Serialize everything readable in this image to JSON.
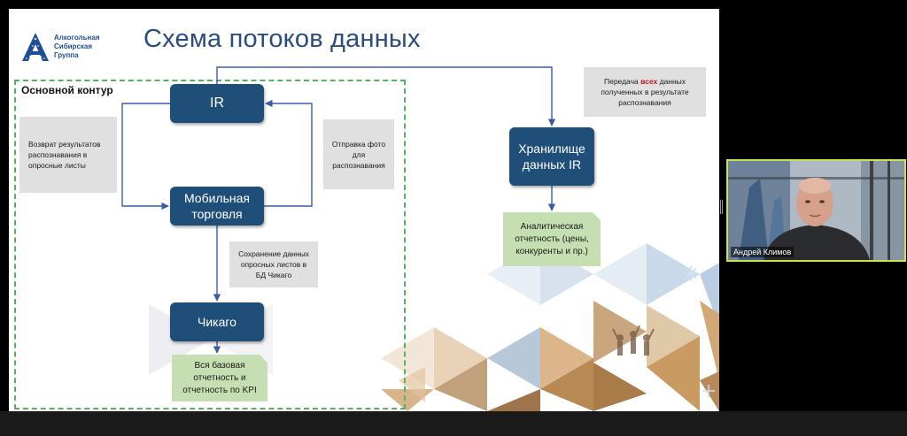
{
  "slide": {
    "title": "Схема потоков данных",
    "logo": {
      "line1": "Алкогольная",
      "line2": "Сибирская",
      "line3": "Группа"
    },
    "contour_label": "Основной контур",
    "nodes": {
      "ir": "IR",
      "mobile_line1": "Мобильная",
      "mobile_line2": "торговля",
      "chicago": "Чикаго",
      "storage_line1": "Хранилище",
      "storage_line2": "данных IR"
    },
    "notes": {
      "return_results": [
        "Возврат результатов",
        "распознавания в",
        "опросные листы"
      ],
      "send_photo": [
        "Отправка фото",
        "для",
        "распознавания"
      ],
      "save_data": [
        "Сохранение данных",
        "опросных листов в",
        "БД Чикаго"
      ],
      "transfer": {
        "pre": "Передача ",
        "highlight": "всех",
        "post": " данных",
        "line2": "полученных в результате",
        "line3": "распознавания"
      },
      "base_reporting": [
        "Вся базовая",
        "отчетность и",
        "отчетность по KPI"
      ],
      "analytics": [
        "Аналитическая",
        "отчетность (цены,",
        "конкуренты и пр.)"
      ]
    }
  },
  "participant": {
    "name": "Андрей Климов"
  },
  "colors": {
    "node": "#1f4e79",
    "contour": "#5ab061",
    "note_grey": "#e0e0e0",
    "note_green": "#c6dfb2",
    "highlight": "#c0141b",
    "active_speaker": "#c8e34e",
    "title": "#2b4c7e"
  }
}
